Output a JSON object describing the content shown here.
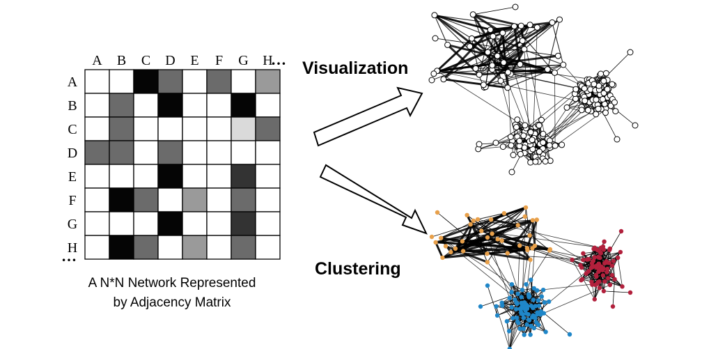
{
  "matrix": {
    "col_labels": [
      "A",
      "B",
      "C",
      "D",
      "E",
      "F",
      "G",
      "H"
    ],
    "row_labels": [
      "A",
      "B",
      "C",
      "D",
      "E",
      "F",
      "G",
      "H"
    ],
    "col_ellipsis": "…",
    "row_ellipsis": "…",
    "cells": [
      [
        0,
        0,
        4,
        2,
        0,
        2,
        0,
        1
      ],
      [
        0,
        2,
        0,
        4,
        0,
        0,
        4,
        0
      ],
      [
        0,
        2,
        0,
        0,
        0,
        0,
        5,
        2
      ],
      [
        2,
        2,
        0,
        2,
        0,
        0,
        0,
        0
      ],
      [
        0,
        0,
        0,
        4,
        0,
        0,
        3,
        0
      ],
      [
        0,
        4,
        2,
        0,
        1,
        0,
        2,
        0
      ],
      [
        0,
        0,
        0,
        4,
        0,
        0,
        3,
        0
      ],
      [
        0,
        4,
        2,
        0,
        1,
        0,
        2,
        0
      ]
    ],
    "shade_colors": [
      "#ffffff",
      "#9a9a9a",
      "#6b6b6b",
      "#333333",
      "#050505",
      "#dadada"
    ],
    "caption_line1": "A N*N Network Represented",
    "caption_line2": "by Adjacency Matrix"
  },
  "labels": {
    "visualization": "Visualization",
    "clustering": "Clustering"
  },
  "network": {
    "node_fill_plain": "#ffffff",
    "edge_color": "#000000",
    "cluster_colors": [
      "#e8a04a",
      "#b2203c",
      "#1f86c8"
    ]
  }
}
